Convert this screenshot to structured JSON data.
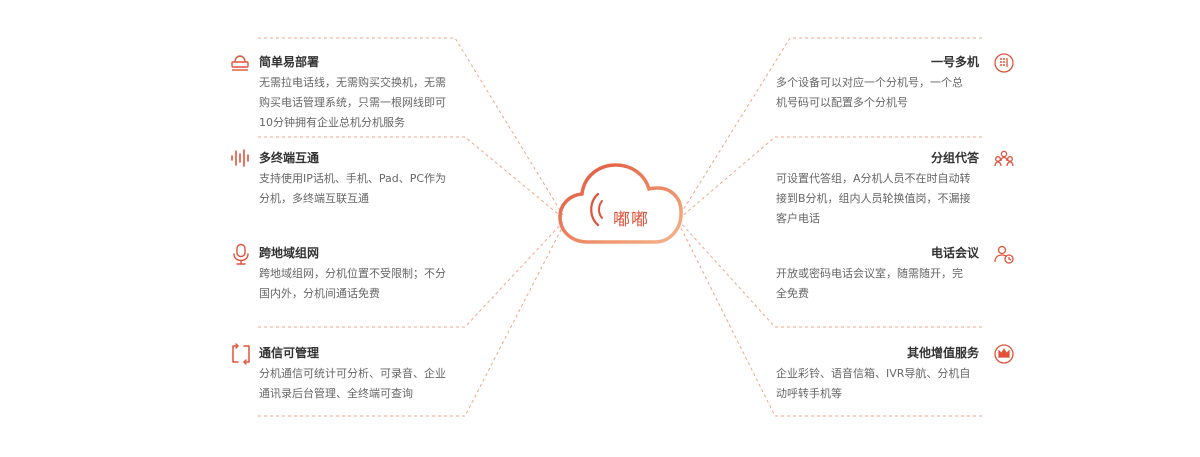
{
  "center": {
    "brand": "嘟嘟",
    "icon": "phone-icon"
  },
  "features_left": [
    {
      "title": "简单易部署",
      "icon": "router-icon",
      "desc": [
        "无需拉电话线，无需购买交换机，无需",
        "购买电话管理系统，只需一根网线即可",
        "10分钟拥有企业总机分机服务"
      ]
    },
    {
      "title": "多终端互通",
      "icon": "soundwave-icon",
      "desc": [
        "支持使用IP话机、手机、Pad、PC作为",
        "分机，多终端互联互通"
      ]
    },
    {
      "title": "跨地域组网",
      "icon": "microphone-icon",
      "desc": [
        "跨地域组网，分机位置不受限制；不分",
        "国内外，分机间通话免费"
      ]
    },
    {
      "title": "通信可管理",
      "icon": "refresh-icon",
      "desc": [
        "分机通信可统计可分析、可录音、企业",
        "通讯录后台管理、全终端可查询"
      ]
    }
  ],
  "features_right": [
    {
      "title": "一号多机",
      "icon": "dialpad-icon",
      "desc": [
        "多个设备可以对应一个分机号，一个总",
        "机号码可以配置多个分机号"
      ]
    },
    {
      "title": "分组代答",
      "icon": "group-icon",
      "desc": [
        "可设置代答组，A分机人员不在时自动转",
        "接到B分机，组内人员轮换值岗，不漏接",
        "客户电话"
      ]
    },
    {
      "title": "电话会议",
      "icon": "conference-icon",
      "desc": [
        "开放或密码电话会议室，随需随开，完",
        "全免费"
      ]
    },
    {
      "title": "其他增值服务",
      "icon": "crown-icon",
      "desc": [
        "企业彩铃、语音信箱、IVR导航、分机自",
        "动呼转手机等"
      ]
    }
  ],
  "colors": {
    "accent": "#e0523a",
    "accent_light": "#f3a173",
    "line": "#f2a585"
  }
}
